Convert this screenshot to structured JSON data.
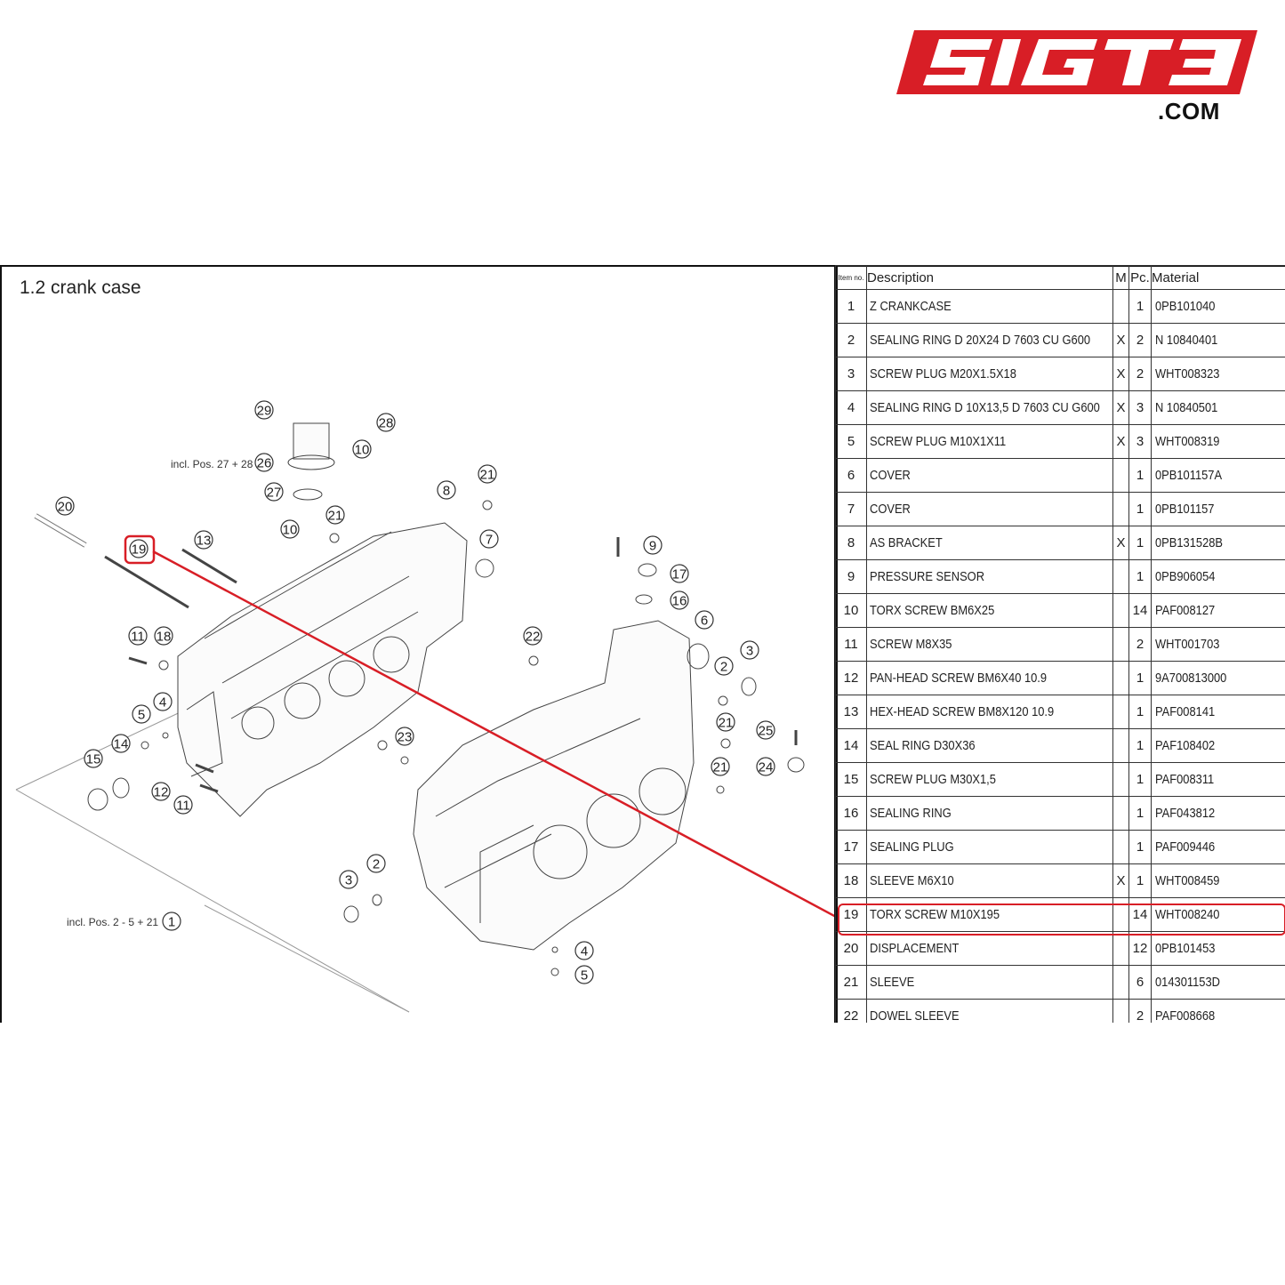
{
  "brand": {
    "logo_text": "5IGT3",
    "domain": ".COM",
    "logo_color": "#d81e26"
  },
  "diagram": {
    "title": "1.2  crank case",
    "notes": {
      "sensor_includes": "incl. Pos. 27 + 28",
      "crankcase_includes": "incl. Pos. 2 - 5 + 21"
    },
    "highlight_color": "#d81e26",
    "highlighted_item": "19",
    "callouts": [
      "29",
      "28",
      "26",
      "27",
      "10",
      "8",
      "21",
      "20",
      "19",
      "13",
      "21",
      "10",
      "7",
      "9",
      "17",
      "16",
      "6",
      "22",
      "11",
      "18",
      "3",
      "2",
      "5",
      "4",
      "21",
      "25",
      "14",
      "15",
      "12",
      "11",
      "23",
      "21",
      "24",
      "3",
      "2",
      "1",
      "4",
      "5"
    ]
  },
  "table": {
    "headers": {
      "no": "Item no.",
      "description": "Description",
      "m": "M",
      "pc": "Pc.",
      "material": "Material"
    },
    "rows": [
      {
        "no": "1",
        "description": "Z CRANKCASE",
        "m": "",
        "pc": "1",
        "material": "0PB101040"
      },
      {
        "no": "2",
        "description": "SEALING RING D 20X24 D 7603 CU G600",
        "m": "X",
        "pc": "2",
        "material": "N 10840401"
      },
      {
        "no": "3",
        "description": "SCREW PLUG M20X1.5X18",
        "m": "X",
        "pc": "2",
        "material": "WHT008323"
      },
      {
        "no": "4",
        "description": "SEALING RING D 10X13,5 D 7603 CU G600",
        "m": "X",
        "pc": "3",
        "material": "N 10840501"
      },
      {
        "no": "5",
        "description": "SCREW PLUG M10X1X11",
        "m": "X",
        "pc": "3",
        "material": "WHT008319"
      },
      {
        "no": "6",
        "description": "COVER",
        "m": "",
        "pc": "1",
        "material": "0PB101157A"
      },
      {
        "no": "7",
        "description": "COVER",
        "m": "",
        "pc": "1",
        "material": "0PB101157"
      },
      {
        "no": "8",
        "description": "AS BRACKET",
        "m": "X",
        "pc": "1",
        "material": "0PB131528B"
      },
      {
        "no": "9",
        "description": "PRESSURE SENSOR",
        "m": "",
        "pc": "1",
        "material": "0PB906054"
      },
      {
        "no": "10",
        "description": "TORX SCREW BM6X25",
        "m": "",
        "pc": "14",
        "material": "PAF008127"
      },
      {
        "no": "11",
        "description": "SCREW M8X35",
        "m": "",
        "pc": "2",
        "material": "WHT001703"
      },
      {
        "no": "12",
        "description": "PAN-HEAD SCREW BM6X40 10.9",
        "m": "",
        "pc": "1",
        "material": "9A700813000"
      },
      {
        "no": "13",
        "description": "HEX-HEAD SCREW BM8X120 10.9",
        "m": "",
        "pc": "1",
        "material": "PAF008141"
      },
      {
        "no": "14",
        "description": "SEAL RING D30X36",
        "m": "",
        "pc": "1",
        "material": "PAF108402"
      },
      {
        "no": "15",
        "description": "SCREW PLUG M30X1,5",
        "m": "",
        "pc": "1",
        "material": "PAF008311"
      },
      {
        "no": "16",
        "description": "SEALING RING",
        "m": "",
        "pc": "1",
        "material": "PAF043812"
      },
      {
        "no": "17",
        "description": "SEALING PLUG",
        "m": "",
        "pc": "1",
        "material": "PAF009446"
      },
      {
        "no": "18",
        "description": "SLEEVE M6X10",
        "m": "X",
        "pc": "1",
        "material": "WHT008459"
      },
      {
        "no": "19",
        "description": "TORX SCREW M10X195",
        "m": "",
        "pc": "14",
        "material": "WHT008240"
      },
      {
        "no": "20",
        "description": "DISPLACEMENT",
        "m": "",
        "pc": "12",
        "material": "0PB101453"
      },
      {
        "no": "21",
        "description": "SLEEVE",
        "m": "",
        "pc": "6",
        "material": "014301153D"
      },
      {
        "no": "22",
        "description": "DOWEL SLEEVE",
        "m": "",
        "pc": "2",
        "material": "PAF008668"
      }
    ]
  }
}
